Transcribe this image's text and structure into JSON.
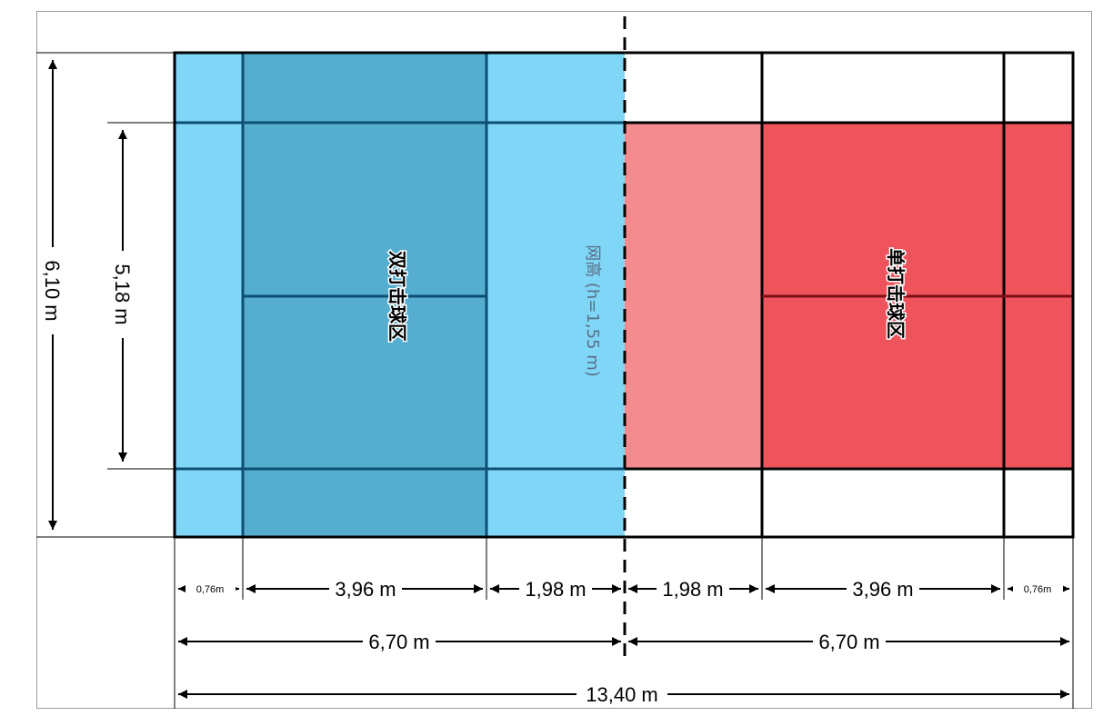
{
  "diagram": {
    "court_width": "6,10 m",
    "singles_width": "5,18 m",
    "back_alley_left": "0,76m",
    "service_depth_left": "3,96 m",
    "short_service_left": "1,98 m",
    "short_service_right": "1,98 m",
    "service_depth_right": "3,96 m",
    "back_alley_right": "0,76m",
    "half_length_left": "6,70 m",
    "half_length_right": "6,70 m",
    "total_length": "13,40 m",
    "doubles_zone": "双打击球区",
    "singles_zone": "单打击球区",
    "net_label": "网高 (h=1,55 m)",
    "colors": {
      "doubles_light": "#7fd6f7",
      "doubles_dark": "#55aecf",
      "singles_light": "#f38b8f",
      "singles_dark": "#ef545d",
      "line_blue": "#0d4f73",
      "line_red": "#7d0f14"
    }
  }
}
